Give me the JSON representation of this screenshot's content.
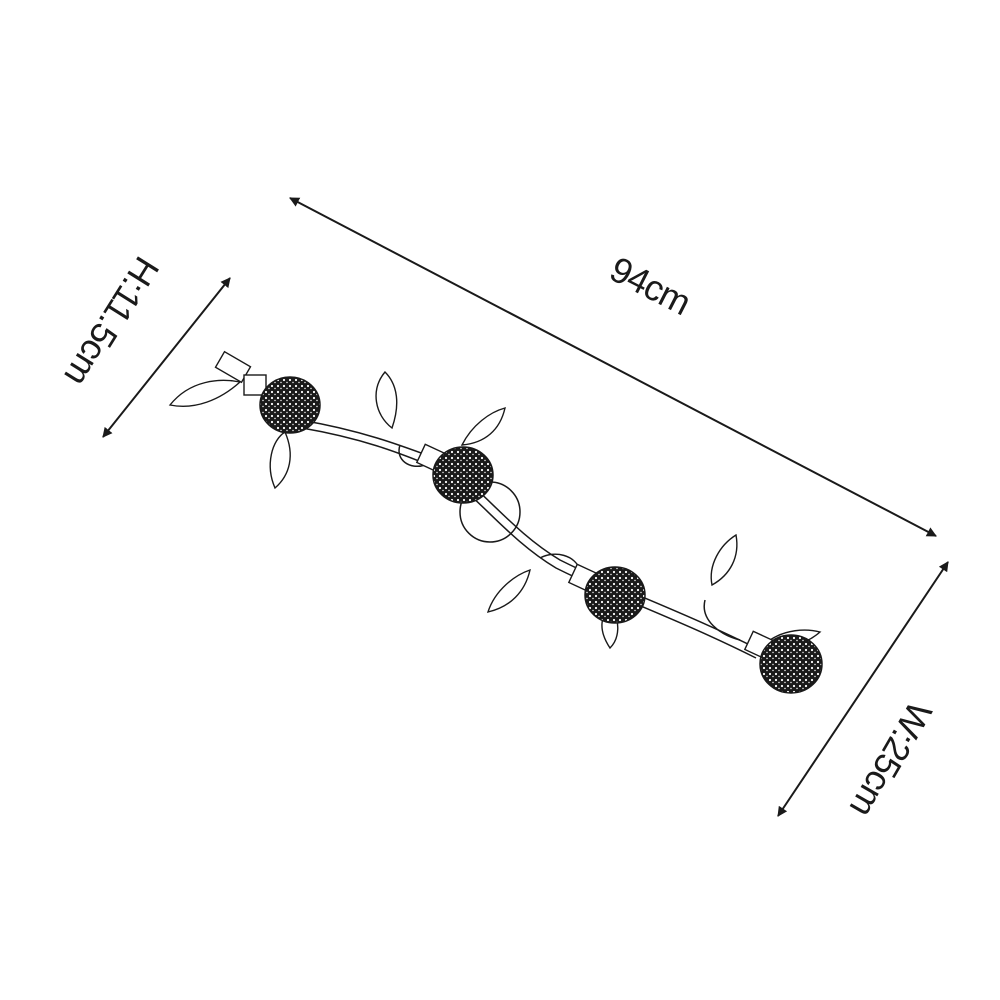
{
  "dimensions": {
    "length_label": "94cm",
    "height_label": "H:11.5cm",
    "width_label": "W:25cm"
  },
  "colors": {
    "line": "#1a1a1a",
    "shade": "#222222"
  }
}
